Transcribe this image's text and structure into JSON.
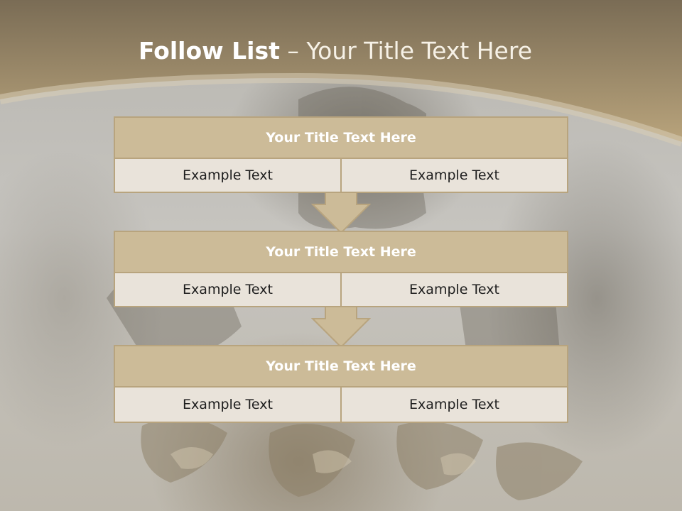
{
  "slide": {
    "title_bold": "Follow List",
    "title_rest": "– Your Title Text Here"
  },
  "blocks": [
    {
      "title": "Your Title Text Here",
      "left": "Example Text",
      "right": "Example Text"
    },
    {
      "title": "Your Title Text Here",
      "left": "Example Text",
      "right": "Example Text"
    },
    {
      "title": "Your Title Text Here",
      "left": "Example Text",
      "right": "Example Text"
    }
  ],
  "colors": {
    "header_top": "#7a6c55",
    "header_bottom": "#b9a47c",
    "block_title_bg": "#ccbb98",
    "block_cell_bg": "#e9e3da",
    "border": "#b8a47e"
  }
}
